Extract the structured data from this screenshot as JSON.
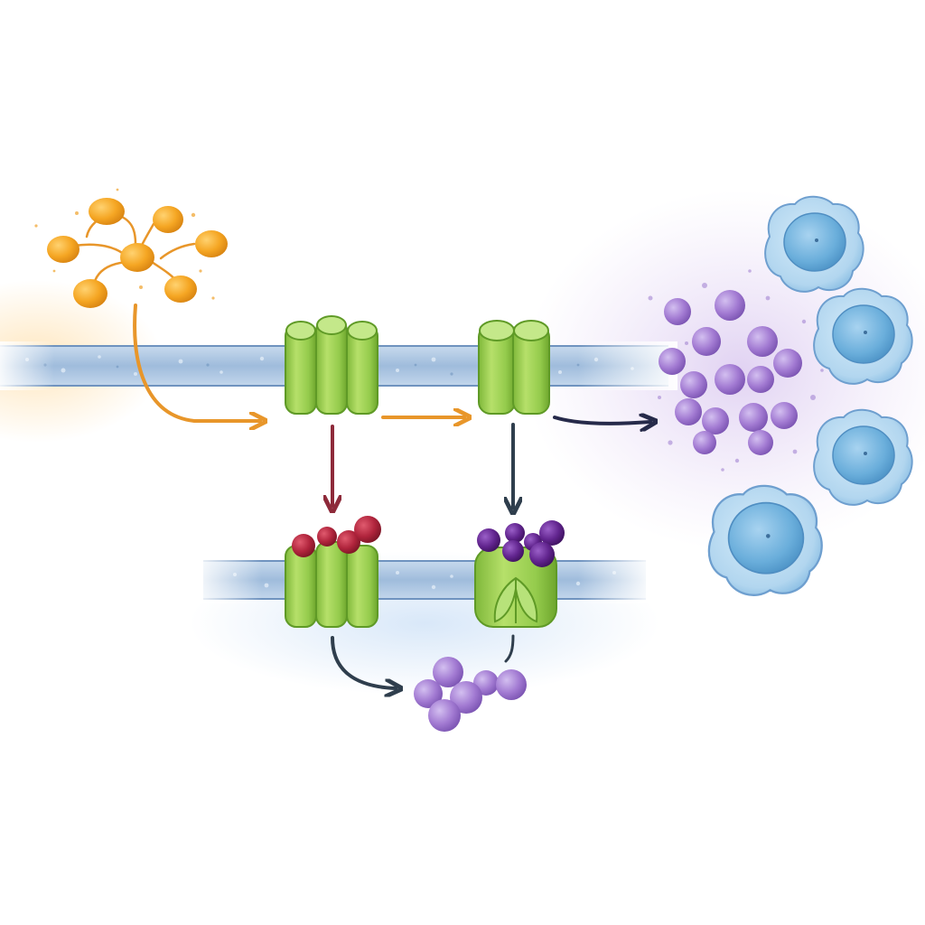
{
  "colors": {
    "background": "#ffffff",
    "membrane": "#a9c3de",
    "membrane_edge": "#6f93bf",
    "channel": "#9ccf4f",
    "channel_dark": "#5f9a26",
    "ligand_orange": "#f0a22a",
    "arrow_orange": "#e8962a",
    "arrow_red": "#8e2a3a",
    "arrow_dark": "#2f3e4d",
    "arrow_navy": "#262a4a",
    "blocker_red": "#a3223a",
    "blocker_purple": "#5c2585",
    "molecule_purple": "#a07ad0",
    "cell_blue": "#a6d0ec",
    "cell_nucleus": "#6fb0dd"
  },
  "diagram": {
    "labels": [],
    "elements": [
      "ligand-cluster",
      "top-membrane",
      "channel-three-subunit",
      "channel-two-subunit",
      "bottom-membrane",
      "channel-blocked-red",
      "channel-blocked-purple",
      "released-molecules",
      "extracellular-molecule-cloud",
      "immune-cells"
    ]
  }
}
